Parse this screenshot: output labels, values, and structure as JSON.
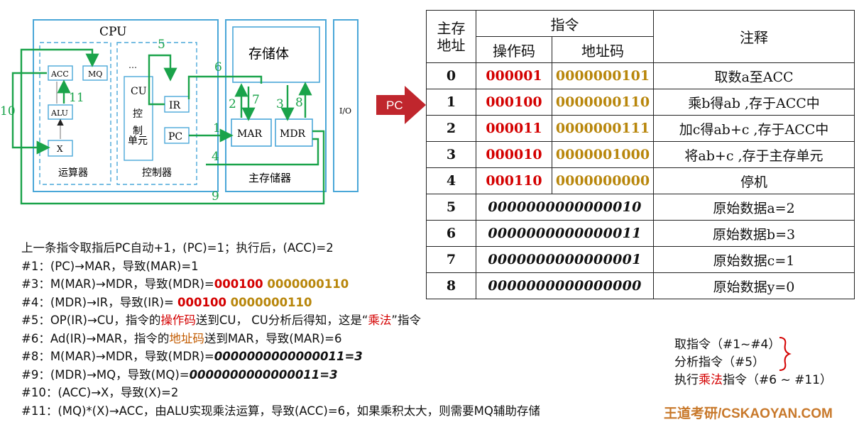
{
  "diagram": {
    "cpu_label": "CPU",
    "alu_group_label": "运算器",
    "control_group_label": "控制器",
    "memory_label": "存储体",
    "main_memory_label": "主存储器",
    "io_label": "I/O",
    "acc": "ACC",
    "mq": "MQ",
    "alu": "ALU",
    "x": "X",
    "cu_lines": [
      "CU",
      "控",
      "制",
      "单元"
    ],
    "dots": "…",
    "ir": "IR",
    "pc": "PC",
    "mar": "MAR",
    "mdr": "MDR",
    "path_numbers": [
      "1",
      "2",
      "3",
      "4",
      "5",
      "6",
      "7",
      "8",
      "9",
      "10",
      "11"
    ],
    "accent_green": "#1aa34a",
    "box_blue": "#4aa7d8"
  },
  "pc_pointer": {
    "label": "PC",
    "color": "#c0262d"
  },
  "table": {
    "headers": {
      "addr_top": "主存",
      "addr_bottom": "地址",
      "instruction": "指令",
      "opcode": "操作码",
      "address_code": "地址码",
      "note": "注释"
    },
    "rows": [
      {
        "addr": "0",
        "opcode": "000001",
        "address": "0000000101",
        "note": "取数a至ACC"
      },
      {
        "addr": "1",
        "opcode": "000100",
        "address": "0000000110",
        "note": "乘b得ab ,存于ACC中"
      },
      {
        "addr": "2",
        "opcode": "000011",
        "address": "0000000111",
        "note": "加c得ab+c ,存于ACC中"
      },
      {
        "addr": "3",
        "opcode": "000010",
        "address": "0000001000",
        "note": "将ab+c ,存于主存单元"
      },
      {
        "addr": "4",
        "opcode": "000110",
        "address": "0000000000",
        "note": "停机"
      },
      {
        "addr": "5",
        "data": "0000000000000010",
        "note": "原始数据a=2"
      },
      {
        "addr": "6",
        "data": "0000000000000011",
        "note": "原始数据b=3"
      },
      {
        "addr": "7",
        "data": "0000000000000001",
        "note": "原始数据c=1"
      },
      {
        "addr": "8",
        "data": "0000000000000000",
        "note": "原始数据y=0"
      }
    ]
  },
  "steps": {
    "intro": "上一条指令取指后PC自动+1，(PC)=1；执行后，(ACC)=2",
    "s1": "#1：(PC)→MAR，导致(MAR)=1",
    "s3_prefix": "#3：M(MAR)→MDR，导致(MDR)=",
    "s3_op": "000100",
    "s3_ad": " 0000000110",
    "s4_prefix": "#4：(MDR)→IR，导致(IR)= ",
    "s4_op": "000100",
    "s4_ad": " 0000000110",
    "s5_a": "#5：OP(IR)→CU，指令的",
    "s5_hl": "操作码",
    "s5_b": "送到CU， CU分析后得知，这是“",
    "s5_hl2": "乘法",
    "s5_c": "”指令",
    "s6_a": "#6：Ad(IR)→MAR，指令的",
    "s6_hl": "地址码",
    "s6_b": "送到MAR，导致(MAR)=6",
    "s8_a": "#8：M(MAR)→MDR，导致(MDR)=",
    "s8_val": "0000000000000011=3",
    "s9_a": "#9：(MDR)→MQ，导致(MQ)=",
    "s9_val": "0000000000000011=3",
    "s10": "#10：(ACC)→X，导致(X)=2",
    "s11": "#11：(MQ)*(X)→ACC，由ALU实现乘法运算，导致(ACC)=6，如果乘积太大，则需要MQ辅助存储"
  },
  "legend": {
    "fetch": "取指令（#1~#4）",
    "decode": "分析指令（#5）",
    "exec_a": "执行",
    "exec_hl": "乘法",
    "exec_b": "指令（#6 ~ #11）"
  },
  "watermark": "王道考研/CSKAOYAN.COM"
}
